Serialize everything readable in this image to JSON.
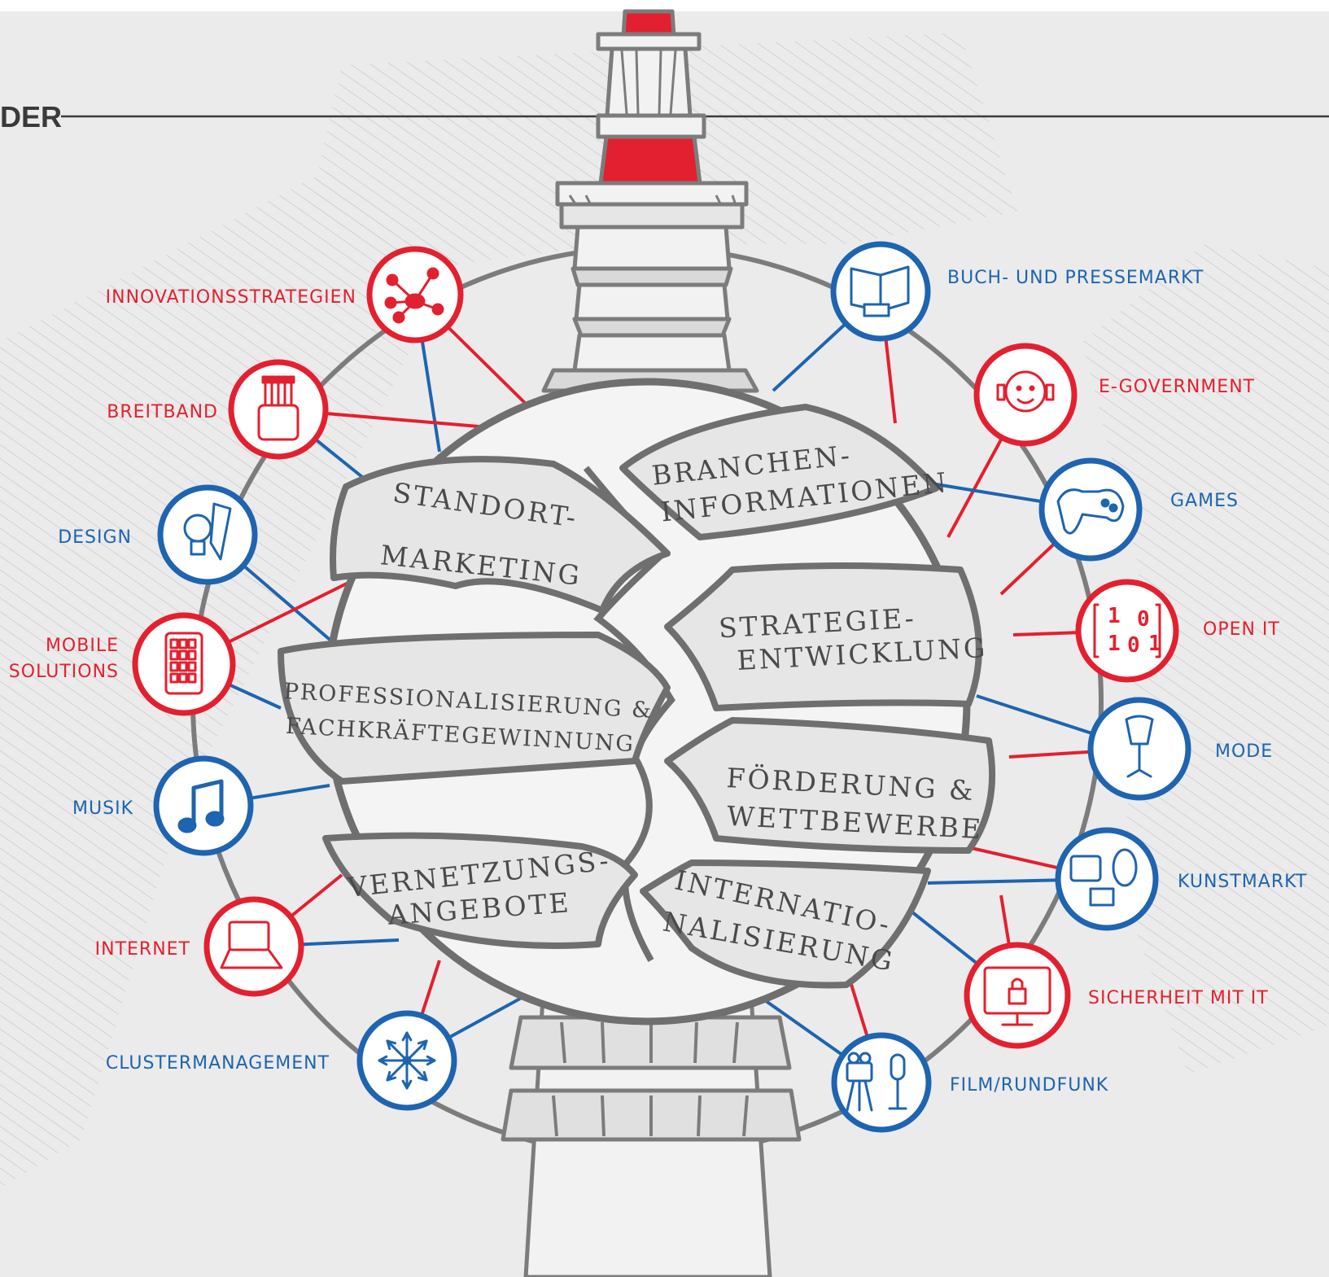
{
  "header": {
    "title": "DER"
  },
  "colors": {
    "red": "#e3202f",
    "blue": "#1e64b0",
    "gray": "#7c7c7d",
    "background": "#ebebeb",
    "tower": "#f2f2f2"
  },
  "center_topics": [
    {
      "id": "standort",
      "lines": [
        "STANDORT-",
        "MARKETING"
      ]
    },
    {
      "id": "branchen",
      "lines": [
        "BRANCHEN-",
        "INFORMATIONEN"
      ]
    },
    {
      "id": "strategie",
      "lines": [
        "STRATEGIE-",
        "ENTWICKLUNG"
      ]
    },
    {
      "id": "professionalisierung",
      "lines": [
        "PROFESSIONALISIERUNG &",
        "FACHKRÄFTEGEWINNUNG"
      ]
    },
    {
      "id": "foerderung",
      "lines": [
        "FÖRDERUNG &",
        "WETTBEWERBE"
      ]
    },
    {
      "id": "vernetzung",
      "lines": [
        "VERNETZUNGS-",
        "ANGEBOTE"
      ]
    },
    {
      "id": "internationalisierung",
      "lines": [
        "INTERNATIO-",
        "NALISIERUNG"
      ]
    }
  ],
  "nodes": [
    {
      "id": "innovationsstrategien",
      "lines": [
        "INNOVATIONSSTRATEGIEN"
      ],
      "color": "red",
      "icon": "network-icon"
    },
    {
      "id": "breitband",
      "lines": [
        "BREITBAND"
      ],
      "color": "red",
      "icon": "cable-bundle-icon"
    },
    {
      "id": "design",
      "lines": [
        "DESIGN"
      ],
      "color": "blue",
      "icon": "lightbulb-pencil-icon"
    },
    {
      "id": "mobile-solutions",
      "lines": [
        "MOBILE",
        "SOLUTIONS"
      ],
      "color": "red",
      "icon": "smartphone-icon"
    },
    {
      "id": "musik",
      "lines": [
        "MUSIK"
      ],
      "color": "blue",
      "icon": "music-note-icon"
    },
    {
      "id": "internet",
      "lines": [
        "INTERNET"
      ],
      "color": "red",
      "icon": "laptop-www-icon"
    },
    {
      "id": "clustermanagement",
      "lines": [
        "CLUSTERMANAGEMENT"
      ],
      "color": "blue",
      "icon": "arrows-out-icon"
    },
    {
      "id": "buch-pressemarkt",
      "lines": [
        "BUCH- UND PRESSEMARKT"
      ],
      "color": "blue",
      "icon": "book-icon"
    },
    {
      "id": "e-government",
      "lines": [
        "E-GOVERNMENT"
      ],
      "color": "red",
      "icon": "face-headset-icon"
    },
    {
      "id": "games",
      "lines": [
        "GAMES"
      ],
      "color": "blue",
      "icon": "gamepad-icon"
    },
    {
      "id": "open-it",
      "lines": [
        "OPEN IT"
      ],
      "color": "red",
      "icon": "binary-icon"
    },
    {
      "id": "mode",
      "lines": [
        "MODE"
      ],
      "color": "blue",
      "icon": "mannequin-icon"
    },
    {
      "id": "kunstmarkt",
      "lines": [
        "KUNSTMARKT"
      ],
      "color": "blue",
      "icon": "picture-frames-icon"
    },
    {
      "id": "sicherheit-it",
      "lines": [
        "SICHERHEIT MIT IT"
      ],
      "color": "red",
      "icon": "monitor-lock-icon"
    },
    {
      "id": "film-rundfunk",
      "lines": [
        "FILM/RUNDFUNK"
      ],
      "color": "blue",
      "icon": "camera-microphone-icon"
    }
  ]
}
